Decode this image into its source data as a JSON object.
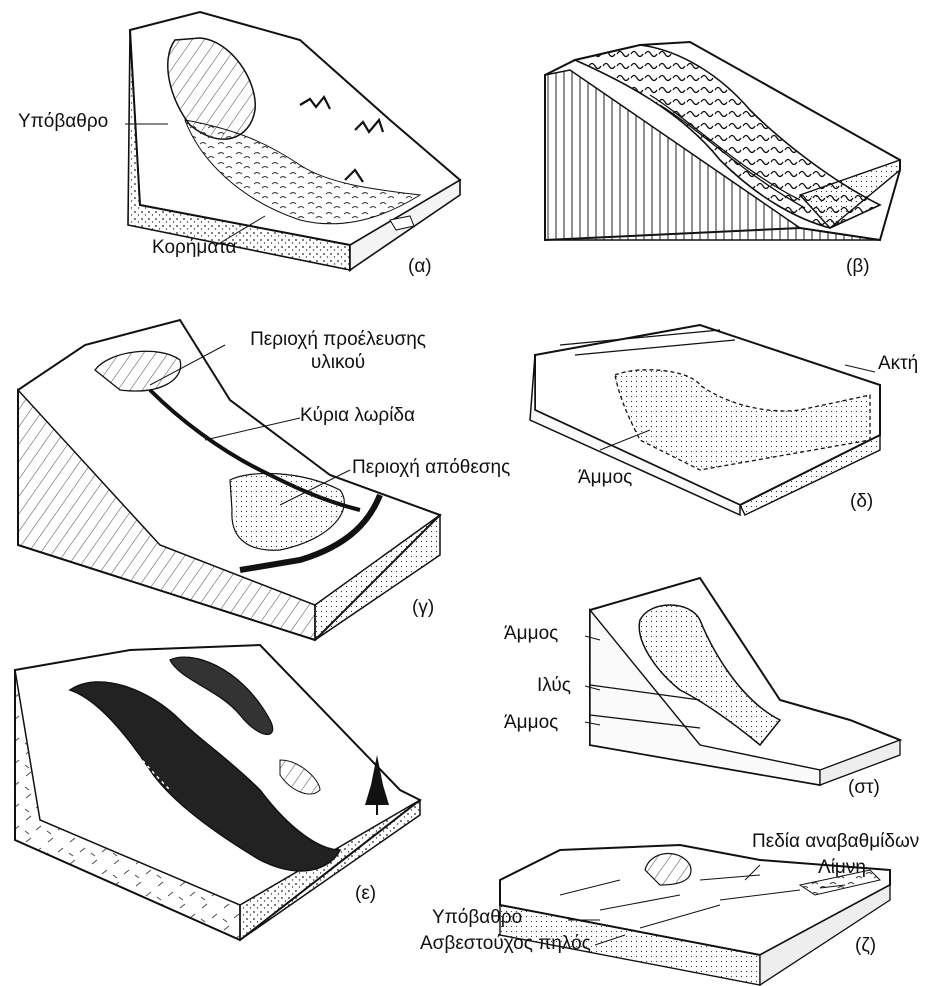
{
  "panels": {
    "a": {
      "caption": "(α)",
      "labels": {
        "bedrock": "Υπόβαθρο",
        "debris": "Κορήματα"
      }
    },
    "b": {
      "caption": "(β)"
    },
    "g": {
      "caption": "(γ)",
      "labels": {
        "source_line1": "Περιοχή προέλευσης",
        "source_line2": "υλικού",
        "main_track": "Κύρια λωρίδα",
        "deposition": "Περιοχή απόθεσης"
      }
    },
    "d": {
      "caption": "(δ)",
      "labels": {
        "coast": "Ακτή",
        "sand": "Άμμος"
      }
    },
    "e": {
      "caption": "(ε)"
    },
    "st": {
      "caption": "(στ)",
      "labels": {
        "sand_top": "Άμμος",
        "silt": "Ιλύς",
        "sand_bottom": "Άμμος"
      }
    },
    "z": {
      "caption": "(ζ)",
      "labels": {
        "terraces": "Πεδία αναβαθμίδων",
        "lake": "Λίμνη",
        "bedrock": "Υπόβαθρο",
        "clay": "Ασβεστούχος πηλός"
      }
    }
  }
}
